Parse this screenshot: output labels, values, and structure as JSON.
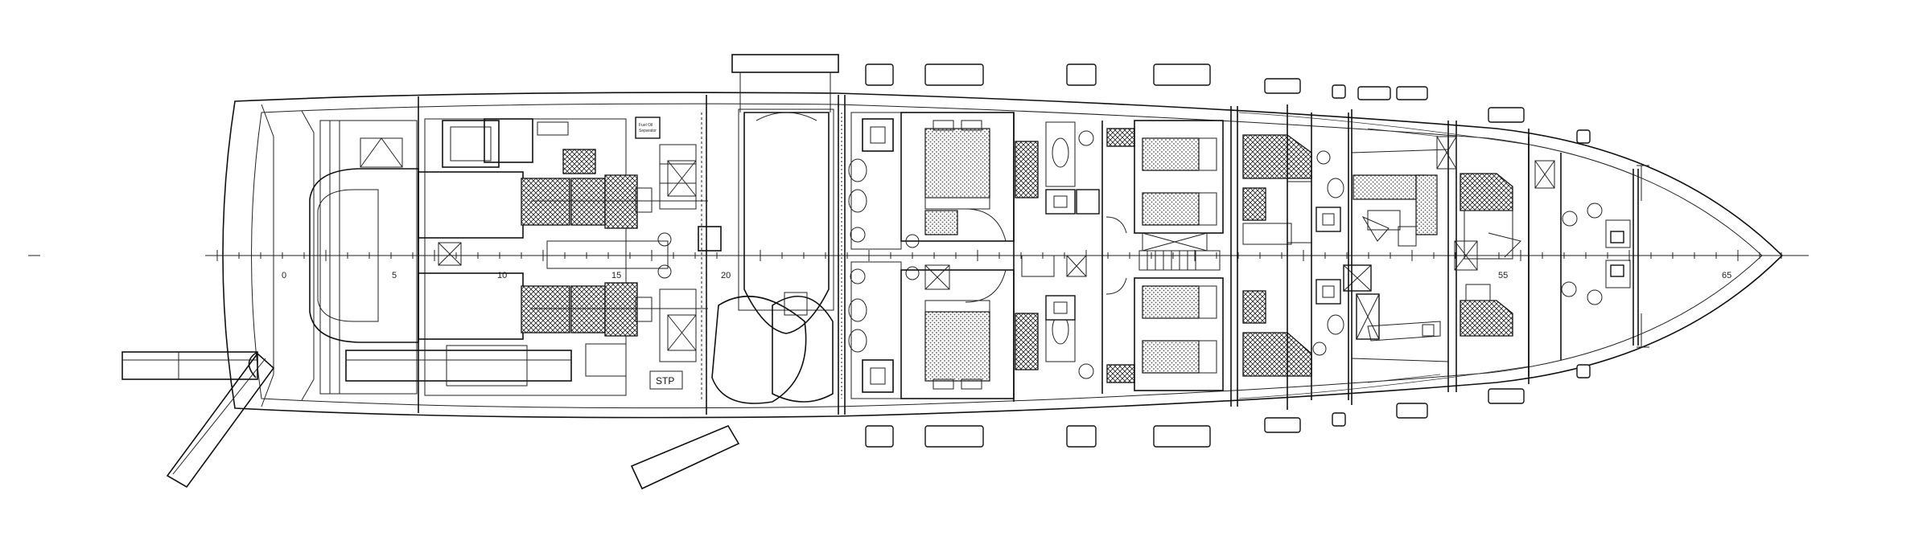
{
  "drawing": {
    "scale_labels": [
      "0",
      "5",
      "10",
      "15",
      "20",
      "55",
      "65"
    ],
    "stp_label": "STP",
    "fuel_label_line1": "Fuel Oil",
    "fuel_label_line2": "Separator"
  }
}
